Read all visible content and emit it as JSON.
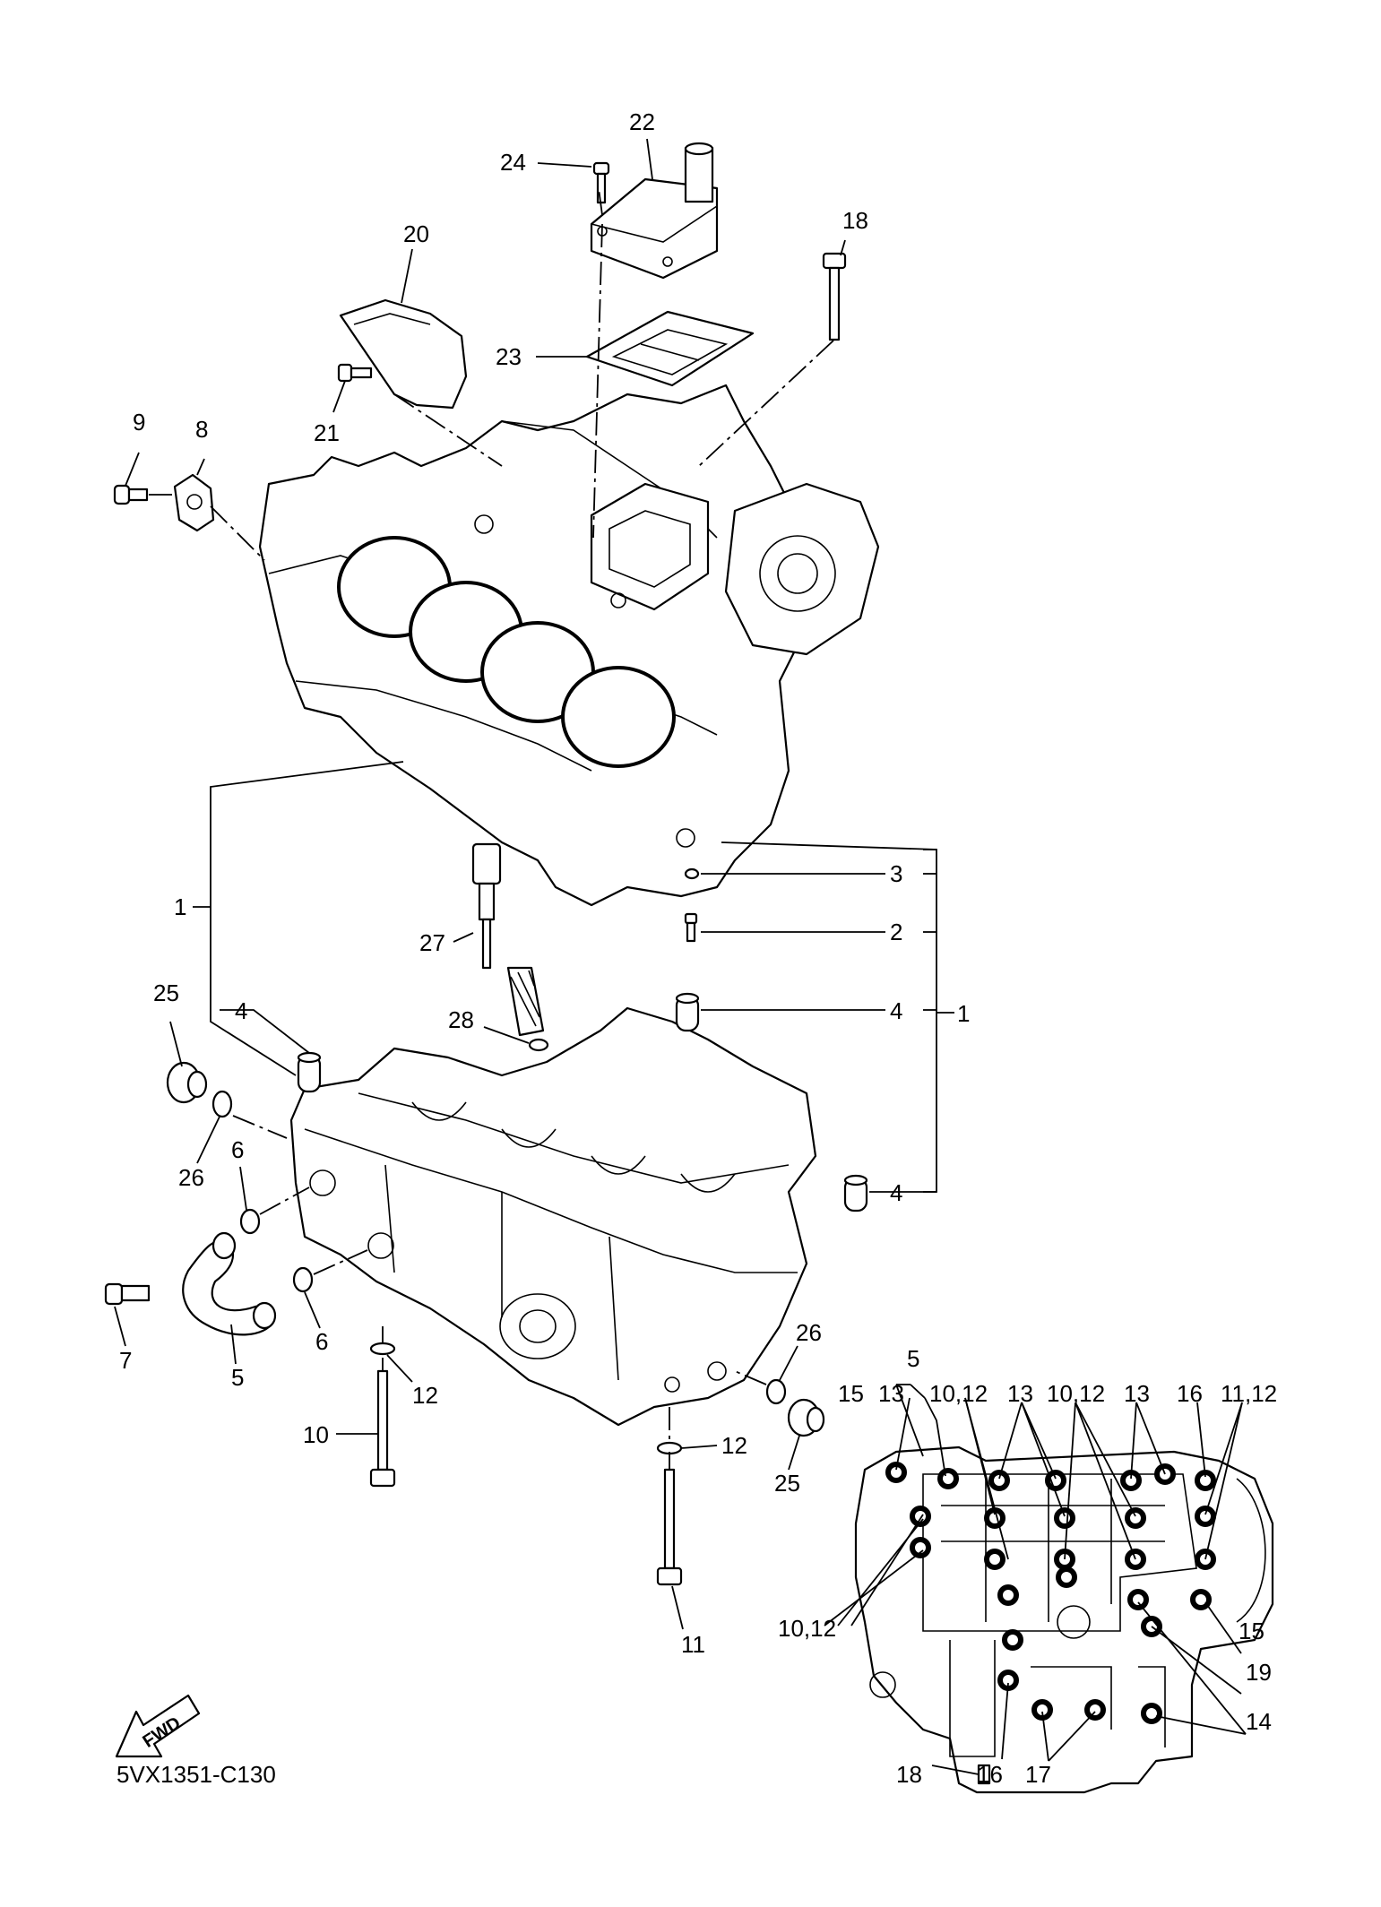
{
  "diagram_code": "5VX1351-C130",
  "fwd_label": "FWD",
  "callouts": {
    "c1a": "1",
    "c1b": "1",
    "c2": "2",
    "c3": "3",
    "c4a": "4",
    "c4b": "4",
    "c4c": "4",
    "c5a": "5",
    "c5b": "5",
    "c6a": "6",
    "c6b": "6",
    "c7": "7",
    "c8": "8",
    "c9": "9",
    "c10": "10",
    "c11": "11",
    "c12a": "12",
    "c12b": "12",
    "c13a": "13",
    "c13b": "13",
    "c13c": "13",
    "c14": "14",
    "c15a": "15",
    "c15b": "15",
    "c16a": "16",
    "c16b": "16",
    "c17": "17",
    "c18a": "18",
    "c18b": "18",
    "c19": "19",
    "c20": "20",
    "c21": "21",
    "c22": "22",
    "c23": "23",
    "c24": "24",
    "c25a": "25",
    "c25b": "25",
    "c26a": "26",
    "c26b": "26",
    "c27": "27",
    "c28": "28",
    "c1012a": "10,12",
    "c1012b": "10,12",
    "c1012c": "10,12",
    "c1112": "11,12"
  }
}
